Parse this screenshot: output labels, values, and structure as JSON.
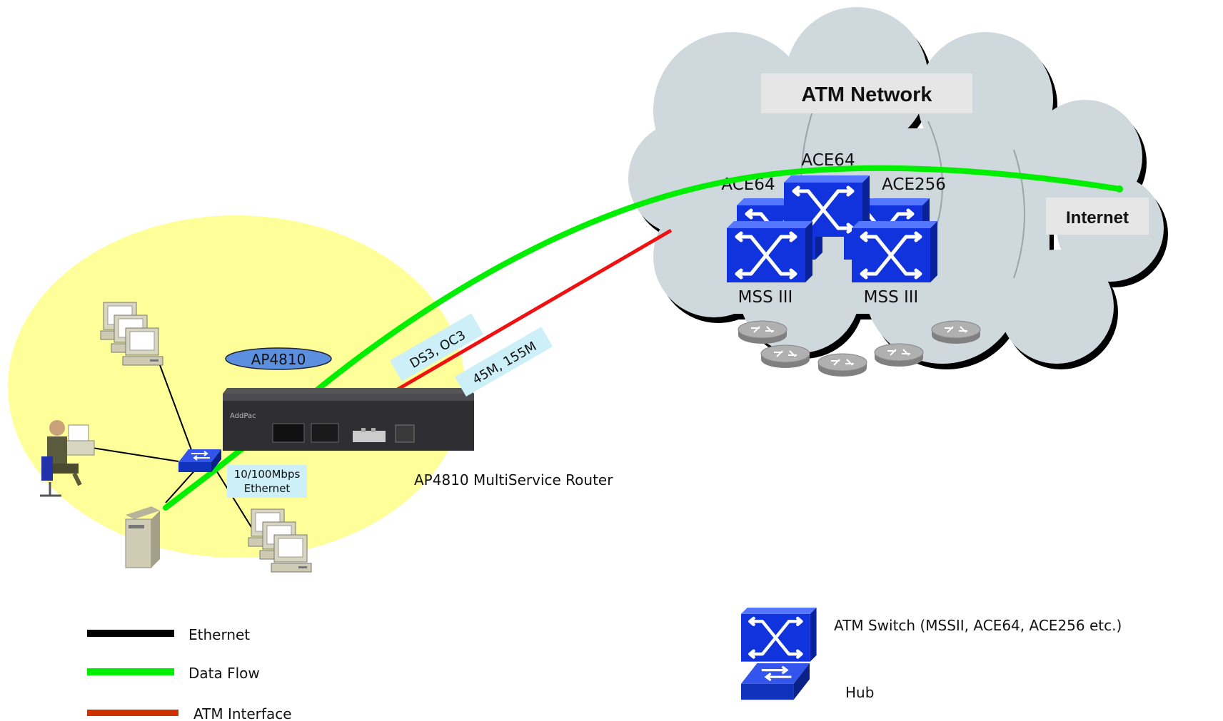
{
  "atm_network": {
    "title": "ATM Network"
  },
  "switches": {
    "ace64_top": "ACE64",
    "ace64_left": "ACE64",
    "ace256": "ACE256",
    "mss_left": "MSS III",
    "mss_right": "MSS III"
  },
  "internet": {
    "label": "Internet"
  },
  "router": {
    "tag": "AP4810",
    "caption": "AP4810 MultiService Router"
  },
  "links": {
    "ds3_oc3": "DS3, OC3",
    "speed": "45M, 155M",
    "ethernet_line1": "10/100Mbps",
    "ethernet_line2": "Ethernet"
  },
  "legend": {
    "ethernet": "Ethernet",
    "data_flow": "Data Flow",
    "atm_interface": "ATM Interface",
    "atm_switch": "ATM Switch (MSSII, ACE64, ACE256 etc.)",
    "hub": "Hub"
  },
  "colors": {
    "lan_ellipse": "#ffff99",
    "cloud": "#cfd8dc",
    "data_flow": "#00ee00",
    "atm_interface": "#ee1111",
    "atm_interface_legend": "#cc3300",
    "ethernet": "#000000",
    "switch_blue": "#1133dd",
    "label_box": "#e6e6e6",
    "link_box": "#cdeff8"
  }
}
